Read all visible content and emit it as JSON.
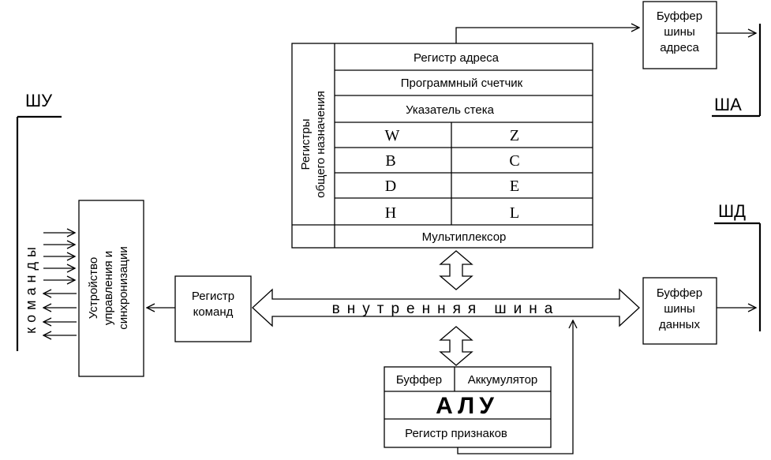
{
  "buses": {
    "control": "ШУ",
    "address": "ША",
    "data": "ШД"
  },
  "address_buffer": [
    "Буффер",
    "шины",
    "адреса"
  ],
  "data_buffer": [
    "Буффер",
    "шины",
    "данных"
  ],
  "registers": {
    "group_label": [
      "Регистры",
      "общего назначения"
    ],
    "address_register": "Регистр адреса",
    "program_counter": "Программный счетчик",
    "stack_pointer": "Указатель стека",
    "pairs": [
      [
        "W",
        "Z"
      ],
      [
        "B",
        "C"
      ],
      [
        "D",
        "E"
      ],
      [
        "H",
        "L"
      ]
    ],
    "multiplexer": "Мультиплексор"
  },
  "internal_bus": "внутренняя шина",
  "command_register": [
    "Регистр",
    "команд"
  ],
  "control_unit": [
    "Устройство",
    "управления и",
    "синхронизации"
  ],
  "commands": "команды",
  "alu": {
    "buffer": "Буффер",
    "accumulator": "Аккумулятор",
    "title": "АЛУ",
    "flags_register": "Регистр признаков"
  }
}
